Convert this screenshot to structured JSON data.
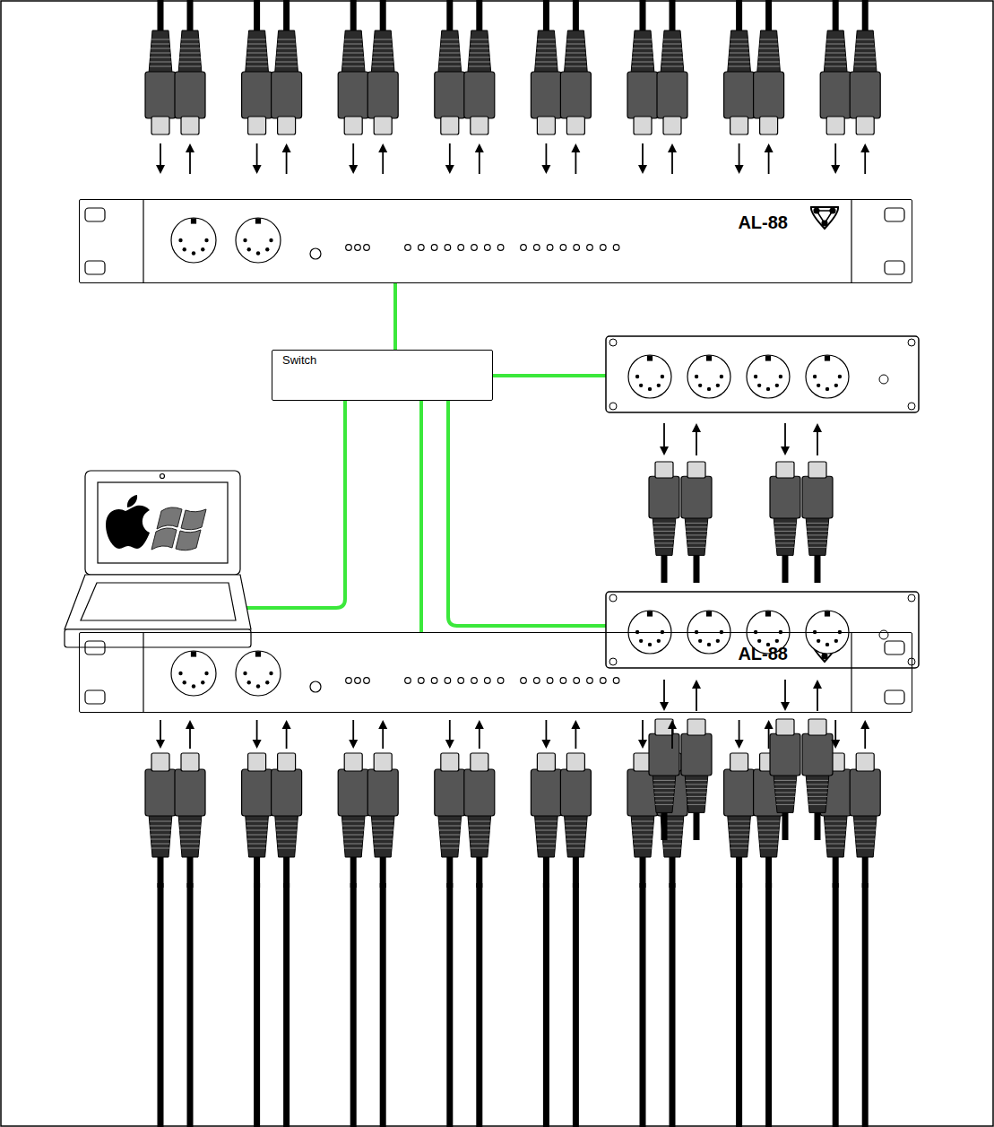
{
  "diagram": {
    "nodes": [
      {
        "text": [
          "AL-88"
        ]
      },
      {
        "text": [
          "Switch"
        ]
      },
      {
        "text": [
          "AL-88"
        ]
      }
    ],
    "edges": [
      {
        "from": 0,
        "to": 1,
        "arrow": "none"
      },
      {
        "from": 1,
        "to": 2,
        "arrow": "none"
      }
    ]
  }
}
